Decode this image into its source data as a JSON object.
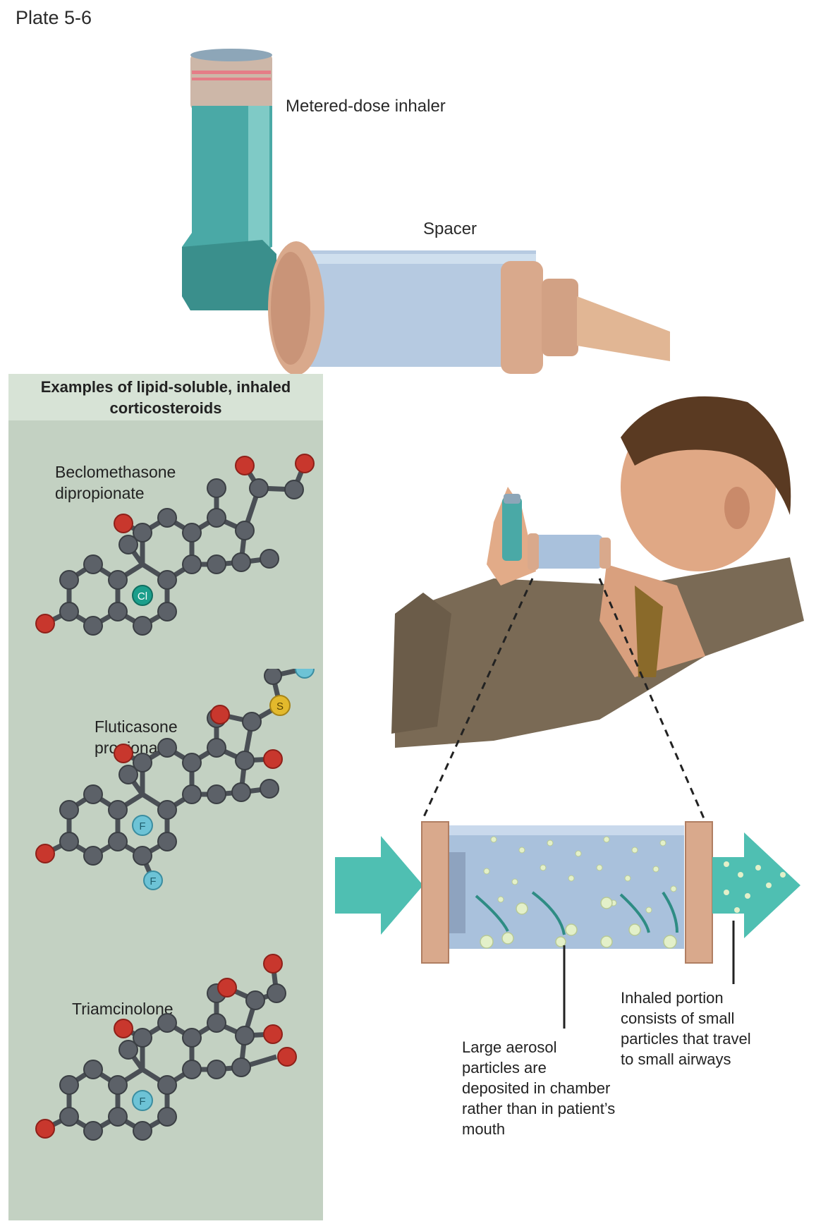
{
  "plate_label": "Plate 5-6",
  "device": {
    "inhaler_label": "Metered-dose inhaler",
    "spacer_label": "Spacer"
  },
  "panel": {
    "heading": "Examples of lipid-soluble, inhaled corticosteroids",
    "molecules": [
      {
        "name_line1": "Beclomethasone",
        "name_line2": "dipropionate",
        "substituent": "Cl"
      },
      {
        "name_line1": "Fluticasone",
        "name_line2": "propionate",
        "substituent": "F",
        "extra_atoms": [
          "S",
          "F",
          "F"
        ]
      },
      {
        "name_line1": "Triamcinolone",
        "name_line2": "",
        "substituent": "F"
      }
    ]
  },
  "chamber": {
    "large_particles_caption": "Large aerosol particles are deposited in chamber rather than in patient’s mouth",
    "inhaled_caption": "Inhaled portion consists of small particles that travel to small airways"
  },
  "colors": {
    "inhaler_teal": "#4aa9a6",
    "spacer_cap": "#d9a98c",
    "spacer_body": "#a9c1dc",
    "arrow_teal": "#4fbfb2",
    "panel_bg": "#c3d1c2",
    "carbon": "#5c6168",
    "oxygen": "#c8372d",
    "fluorine": "#6dc3d6",
    "chlorine": "#1b9e8b",
    "sulfur": "#e3b92c",
    "suit": "#7a6a55"
  }
}
